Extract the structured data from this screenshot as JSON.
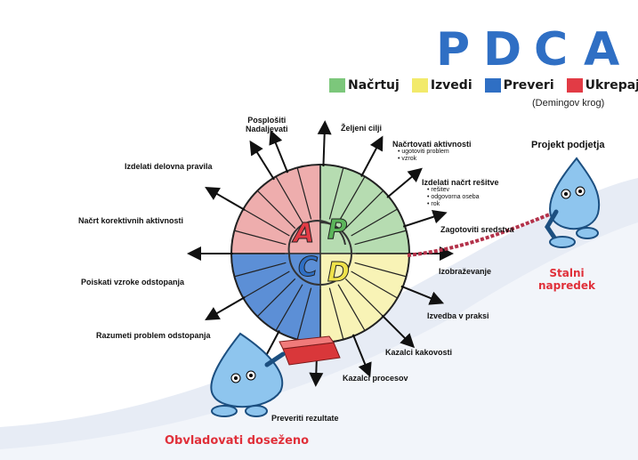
{
  "header": {
    "letters": [
      "P",
      "D",
      "C",
      "A"
    ]
  },
  "legend": {
    "items": [
      {
        "label": "Načrtuj",
        "color": "#7cc77b"
      },
      {
        "label": "Izvedi",
        "color": "#f2ea6b"
      },
      {
        "label": "Preveri",
        "color": "#2f6fc4"
      },
      {
        "label": "Ukrepaj",
        "color": "#e23b45"
      }
    ],
    "subtitle": "(Demingov krog)"
  },
  "wheel": {
    "center_letters": [
      "A",
      "P",
      "C",
      "D"
    ],
    "quadrant_colors": {
      "plan": "#b6dcb1",
      "do": "#f8f3b6",
      "check": "#5c8fd6",
      "act": "#eeadad"
    }
  },
  "labels": {
    "posplositi": "Posplošiti\nNadaljevati",
    "zeljeni": "Željeni cilji",
    "nacrtovati": "Načrtovati aktivnosti",
    "nacrtovati_sub": [
      "• ugotoviti problem",
      "• vzrok"
    ],
    "izdelati_plan": "Izdelati načrt rešitve",
    "izdelati_plan_sub": [
      "• rešitev",
      "• odgovorna oseba",
      "• rok"
    ],
    "zagotoviti": "Zagotoviti sredstva",
    "izobrazevanje": "Izobraževanje",
    "izvedba": "Izvedba v praksi",
    "kazalci_kakovosti": "Kazalci kakovosti",
    "kazalci_procesov": "Kazalci procesov",
    "preveriti": "Preveriti rezultate",
    "razumeti": "Razumeti problem odstopanja",
    "poiskati": "Poiskati vzroke odstopanja",
    "nacrt_korektivnih": "Načrt korektivnih aktivnosti",
    "izdelati_delovna": "Izdelati delovna pravila"
  },
  "side": {
    "projekt": "Projekt podjetja",
    "stalni": "Stalni\nnapredek",
    "obvladovati": "Obvladovati doseženo"
  }
}
